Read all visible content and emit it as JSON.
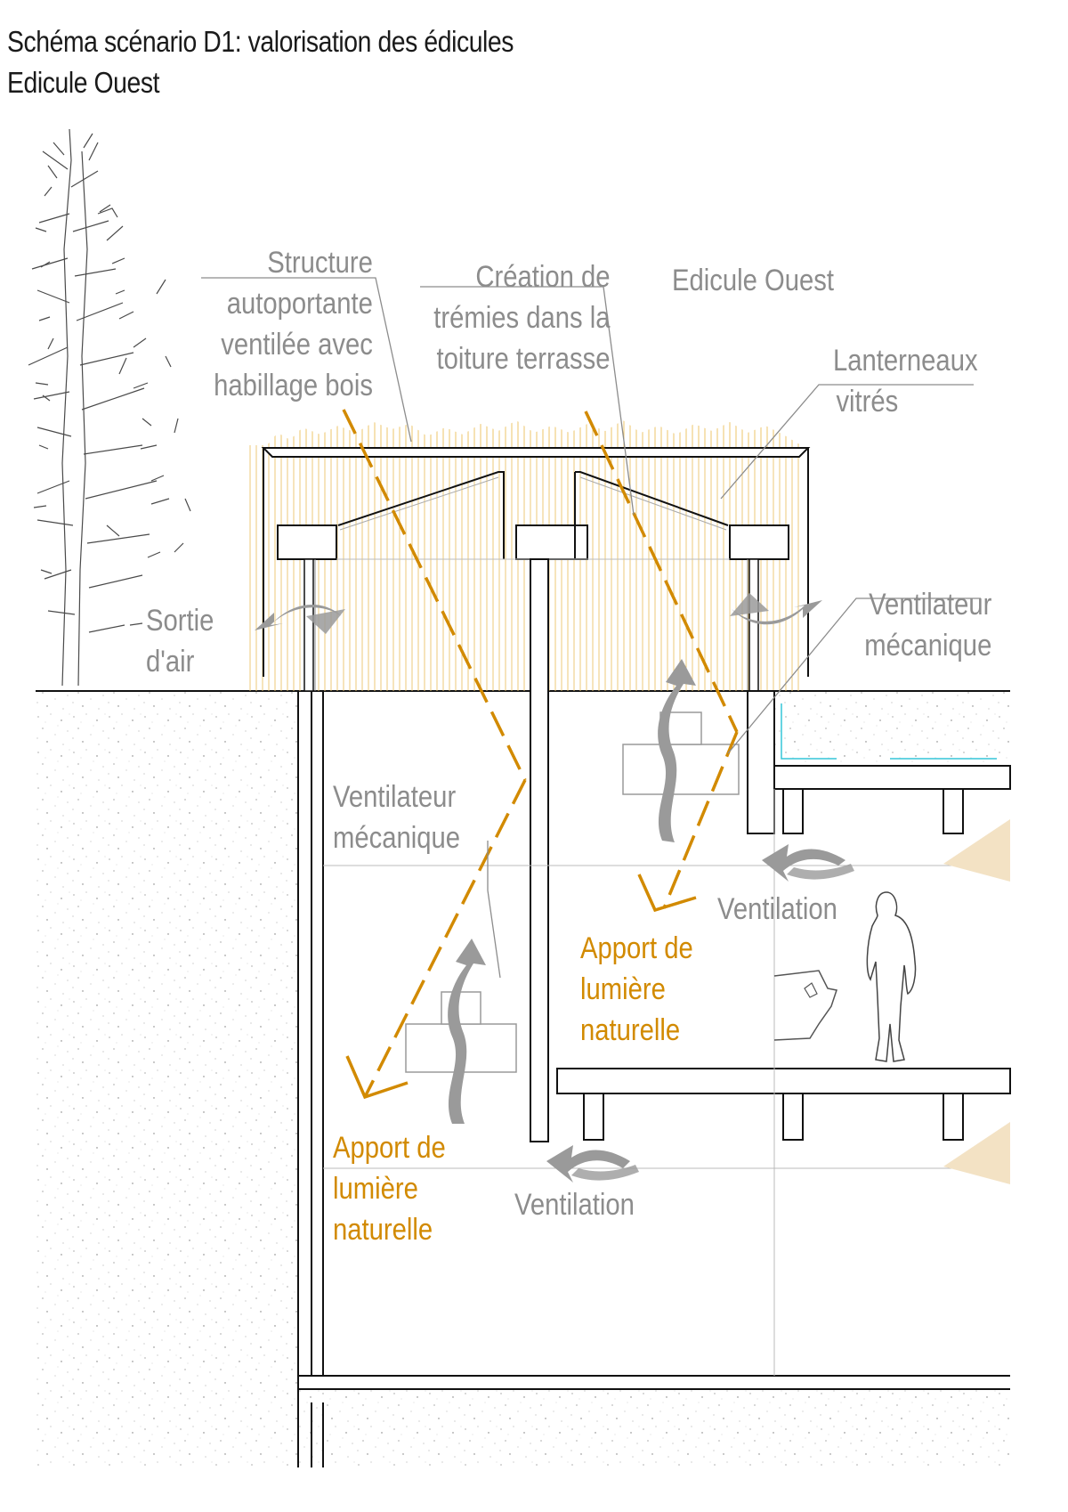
{
  "title": {
    "line1": "Schéma scénario D1: valorisation des édicules",
    "line2": "Edicule Ouest"
  },
  "labels": {
    "structure": [
      "Structure",
      "autoportante",
      "ventilée avec",
      "habillage bois"
    ],
    "tremies": [
      "Création de",
      "trémies dans la",
      "toiture terrasse"
    ],
    "edicule": "Edicule Ouest",
    "lanterneaux": [
      "Lanterneaux",
      "vitrés"
    ],
    "sortie_air": [
      "Sortie",
      "d'air"
    ],
    "ventilateur_right": [
      "Ventilateur",
      "mécanique"
    ],
    "ventilateur_left": [
      "Ventilateur",
      "mécanique"
    ],
    "ventilation_upper": "Ventilation",
    "ventilation_lower": "Ventilation",
    "lumiere_upper": [
      "Apport de",
      "lumière",
      "naturelle"
    ],
    "lumiere_lower": [
      "Apport de",
      "lumière",
      "naturelle"
    ]
  },
  "colors": {
    "label_grey": "#8c8c8c",
    "light_orange": "#d28a00",
    "wood_cladding": "#e6b54a",
    "arrow_grey": "#9a9a9a",
    "line_dark": "#111111",
    "cyan_detail": "#35c6d8"
  }
}
